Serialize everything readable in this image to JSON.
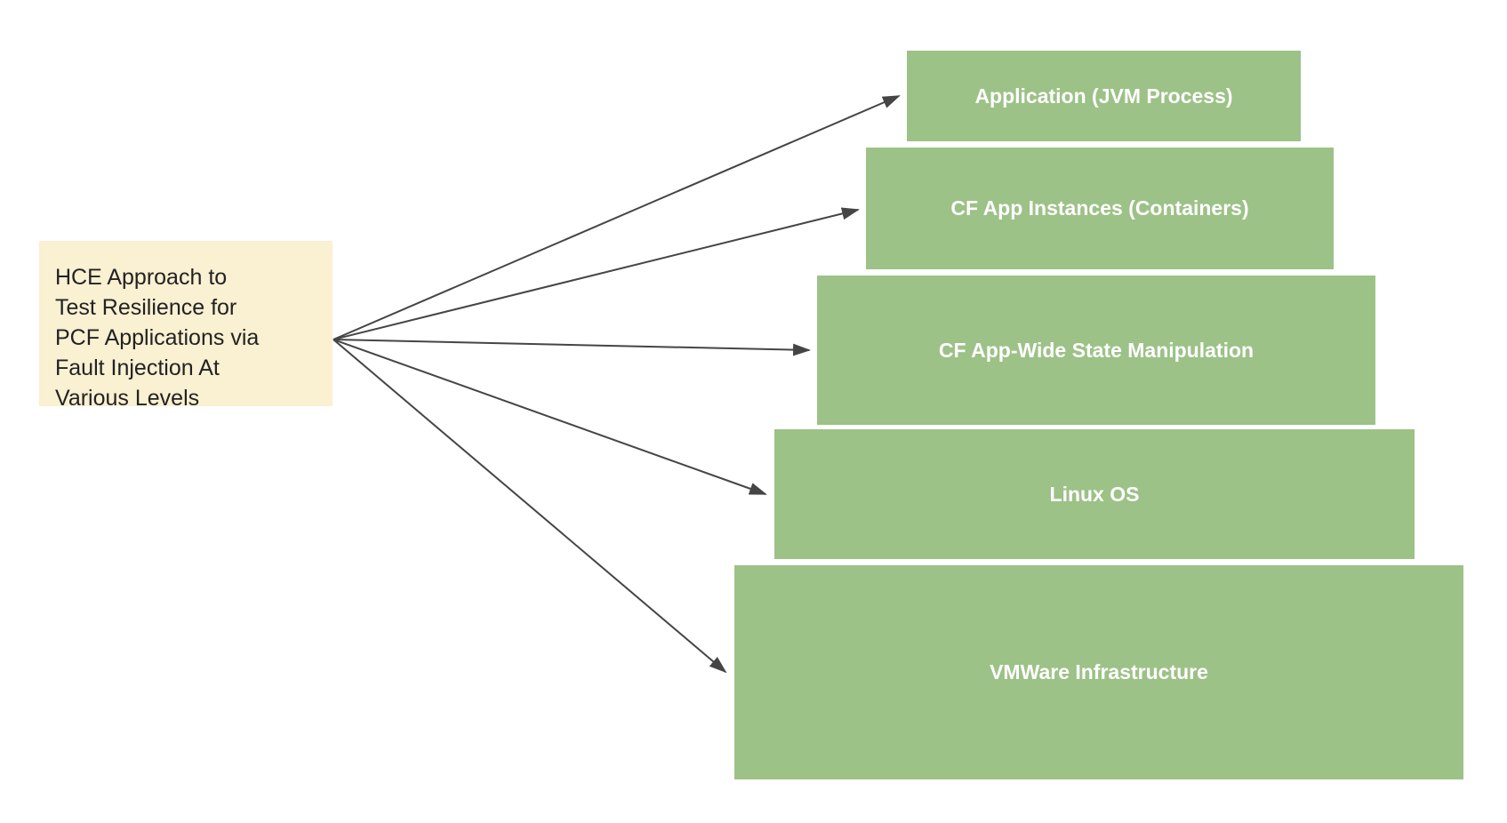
{
  "note": {
    "text": "HCE Approach to Test Resilience for PCF Applications via Fault Injection At Various Levels",
    "lines": [
      "HCE Approach to",
      "Test Resilience for",
      "PCF Applications via",
      "Fault Injection At",
      "Various Levels"
    ]
  },
  "levels": [
    {
      "label": "Application (JVM Process)"
    },
    {
      "label": "CF App Instances (Containers)"
    },
    {
      "label": "CF App-Wide State Manipulation"
    },
    {
      "label": "Linux OS"
    },
    {
      "label": "VMWare Infrastructure"
    }
  ],
  "colors": {
    "level_fill": "#9cc287",
    "note_fill": "#faf0d2",
    "arrow": "#454545",
    "level_text": "#ffffff",
    "note_text": "#222222",
    "background": "#ffffff"
  }
}
